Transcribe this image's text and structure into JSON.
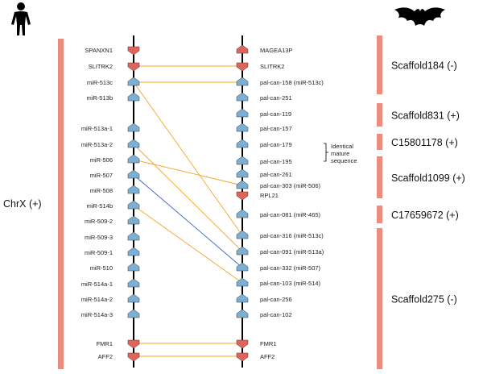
{
  "human_chromosome": {
    "label": "ChrX (+)",
    "bar_color": "#EB8C80"
  },
  "human_genes": [
    {
      "name": "SPANXN1",
      "dir": "down",
      "kind": "protein"
    },
    {
      "name": "SLITRK2",
      "dir": "down",
      "kind": "protein"
    },
    {
      "name": "miR-513c",
      "dir": "up",
      "kind": "mirna"
    },
    {
      "name": "miR-513b",
      "dir": "up",
      "kind": "mirna"
    },
    {
      "name": "miR-513a-1",
      "dir": "up",
      "kind": "mirna"
    },
    {
      "name": "miR-513a-2",
      "dir": "up",
      "kind": "mirna"
    },
    {
      "name": "miR-506",
      "dir": "up",
      "kind": "mirna"
    },
    {
      "name": "miR-507",
      "dir": "up",
      "kind": "mirna"
    },
    {
      "name": "miR-508",
      "dir": "up",
      "kind": "mirna"
    },
    {
      "name": "miR-514b",
      "dir": "up",
      "kind": "mirna"
    },
    {
      "name": "miR-509-2",
      "dir": "up",
      "kind": "mirna"
    },
    {
      "name": "miR-509-3",
      "dir": "up",
      "kind": "mirna"
    },
    {
      "name": "miR-509-1",
      "dir": "up",
      "kind": "mirna"
    },
    {
      "name": "miR-510",
      "dir": "up",
      "kind": "mirna"
    },
    {
      "name": "miR-514a-1",
      "dir": "up",
      "kind": "mirna"
    },
    {
      "name": "miR-514a-2",
      "dir": "up",
      "kind": "mirna"
    },
    {
      "name": "miR-514a-3",
      "dir": "up",
      "kind": "mirna"
    },
    {
      "name": "FMR1",
      "dir": "down",
      "kind": "protein"
    },
    {
      "name": "AFF2",
      "dir": "down",
      "kind": "protein"
    }
  ],
  "bat_genes": [
    {
      "name": "MAGEA13P",
      "dir": "up",
      "kind": "protein"
    },
    {
      "name": "SLITRK2",
      "dir": "down",
      "kind": "protein"
    },
    {
      "name": "pal-can-158 (miR-513c)",
      "dir": "up",
      "kind": "mirna"
    },
    {
      "name": "pal-can-251",
      "dir": "up",
      "kind": "mirna"
    },
    {
      "name": "pal-can-119",
      "dir": "up",
      "kind": "mirna"
    },
    {
      "name": "pal-can-157",
      "dir": "up",
      "kind": "mirna"
    },
    {
      "name": "pal-can-179",
      "dir": "up",
      "kind": "mirna"
    },
    {
      "name": "pal-can-195",
      "dir": "up",
      "kind": "mirna"
    },
    {
      "name": "pal-can-261",
      "dir": "up",
      "kind": "mirna"
    },
    {
      "name": "pal-can-303 (miR-506)",
      "dir": "up",
      "kind": "mirna"
    },
    {
      "name": "RPL21",
      "dir": "down",
      "kind": "protein"
    },
    {
      "name": "pal-can-081 (miR-465)",
      "dir": "up",
      "kind": "mirna"
    },
    {
      "name": "pal-can-316 (miR-513c)",
      "dir": "up",
      "kind": "mirna"
    },
    {
      "name": "pal-can-091 (miR-513a)",
      "dir": "up",
      "kind": "mirna"
    },
    {
      "name": "pal-can-332 (miR-507)",
      "dir": "up",
      "kind": "mirna"
    },
    {
      "name": "pal-can-103 (miR-514)",
      "dir": "up",
      "kind": "mirna"
    },
    {
      "name": "pal-can-256",
      "dir": "up",
      "kind": "mirna"
    },
    {
      "name": "pal-can-102",
      "dir": "up",
      "kind": "mirna"
    },
    {
      "name": "FMR1",
      "dir": "down",
      "kind": "protein"
    },
    {
      "name": "AFF2",
      "dir": "down",
      "kind": "protein"
    }
  ],
  "scaffolds": [
    {
      "label": "Scaffold184 (-)"
    },
    {
      "label": "Scaffold831 (+)"
    },
    {
      "label": "C15801178 (+)"
    },
    {
      "label": "Scaffold1099 (+)"
    },
    {
      "label": "C17659672 (+)"
    },
    {
      "label": "Scaffold275 (-)"
    }
  ],
  "links": [
    {
      "from": "SLITRK2",
      "to": "SLITRK2",
      "color": "#F5A623"
    },
    {
      "from": "miR-513c",
      "to": "pal-can-158 (miR-513c)",
      "color": "#F5A623"
    },
    {
      "from": "miR-513c",
      "to": "pal-can-316 (miR-513c)",
      "color": "#F5A623"
    },
    {
      "from": "miR-513a-2",
      "to": "pal-can-091 (miR-513a)",
      "color": "#F5A623"
    },
    {
      "from": "miR-506",
      "to": "pal-can-303 (miR-506)",
      "color": "#F5A623"
    },
    {
      "from": "miR-507",
      "to": "pal-can-332 (miR-507)",
      "color": "#3A5FCD"
    },
    {
      "from": "miR-514b",
      "to": "pal-can-103 (miR-514)",
      "color": "#F5A623"
    },
    {
      "from": "FMR1",
      "to": "FMR1",
      "color": "#F5A623"
    },
    {
      "from": "AFF2",
      "to": "AFF2",
      "color": "#F5A623"
    }
  ],
  "annotation": {
    "line1": "Identical",
    "line2": "mature",
    "line3": "sequence"
  },
  "colors": {
    "mirna_fill": "#7BAFD4",
    "protein_fill": "#E0655B",
    "axis": "#000000",
    "bar": "#EB8C80"
  },
  "icons": {
    "human": "human-silhouette-icon",
    "bat": "bat-silhouette-icon"
  }
}
